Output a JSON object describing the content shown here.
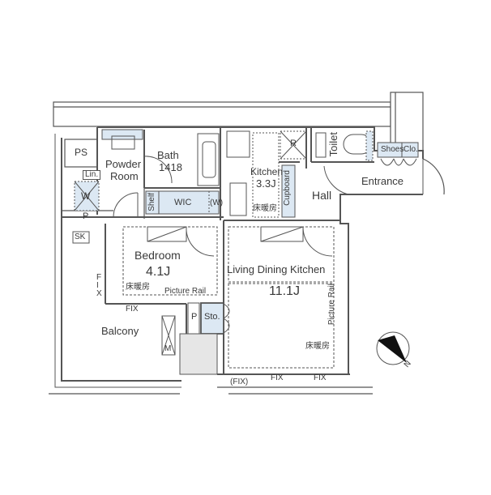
{
  "rooms": {
    "ps": "PS",
    "powder_room": "Powder\nRoom",
    "powder_line1": "Powder",
    "powder_line2": "Room",
    "linen": "Lin.",
    "washer": "W",
    "bath": "Bath",
    "bath_size": "1418",
    "shelf": "Shelf",
    "wic": "WIC",
    "wic_w": "(W)",
    "kitchen": "Kitchen",
    "kitchen_size": "3.3J",
    "kitchen_floor_heating": "床暖房",
    "fridge": "R",
    "cupboard": "Cupboard",
    "toilet": "Toilet",
    "hall": "Hall",
    "entrance": "Entrance",
    "shoes": "Shoes",
    "closet": "Clo.",
    "pipe_space_1": "P",
    "sk": "SK",
    "bedroom": "Bedroom",
    "bedroom_size": "4.1J",
    "bedroom_floor_heating": "床暖房",
    "bedroom_picture_rail": "Picture Rail",
    "ldk": "Living Dining Kitchen",
    "ldk_size": "11.1J",
    "ldk_floor_heating": "床暖房",
    "ldk_picture_rail": "Picture Rail",
    "pipe_space_2": "P",
    "storage": "Sto.",
    "balcony": "Balcony",
    "meter": "M"
  },
  "windows": {
    "fix_left": "FIX",
    "fix_balcony": "FIX",
    "fix_paren": "(FIX)",
    "fix_bottom_1": "FIX",
    "fix_bottom_2": "FIX"
  },
  "compass": {
    "label": "N",
    "icon": "north-arrow-icon"
  },
  "colors": {
    "fixture_fill": "#dce8f3",
    "wall": "#555555",
    "column": "#e6e6e6"
  }
}
